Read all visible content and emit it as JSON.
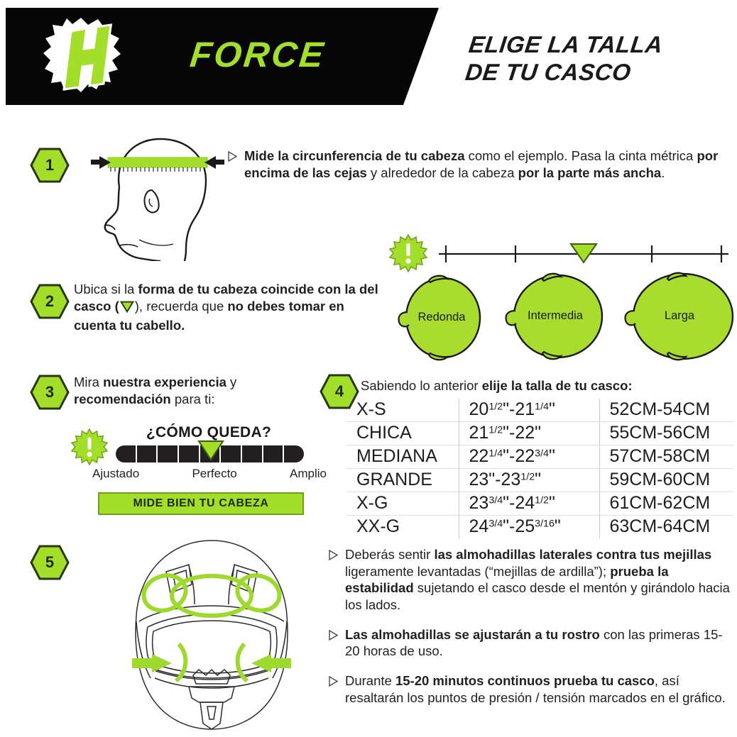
{
  "header": {
    "brand": "FORCE",
    "logo_icon": "force-h-logo-icon",
    "title_line1": "ELIGE LA TALLA",
    "title_line2": "DE TU CASCO",
    "banner_color": "#060606",
    "accent_color": "#a3de2b"
  },
  "steps": {
    "step1": {
      "number": "1",
      "bullet_icon": "triangle-right-bullet-icon",
      "illustration": "head-profile-with-tape-measure-icon",
      "text_segments": [
        {
          "text": "Mide la circunferencia de tu cabeza",
          "bold": true
        },
        {
          "text": " como el ejemplo. Pasa la cinta métrica ",
          "bold": false
        },
        {
          "text": "por encima de las cejas",
          "bold": true
        },
        {
          "text": " y alrededor de la cabeza ",
          "bold": false
        },
        {
          "text": "por la parte más ancha",
          "bold": true
        },
        {
          "text": ".",
          "bold": false
        }
      ]
    },
    "step2": {
      "number": "2",
      "text_segments": [
        {
          "text": "Ubica si la ",
          "bold": false
        },
        {
          "text": "forma de tu cabeza coincide con la del casco (",
          "bold": true
        },
        {
          "text": "TRIANGLE",
          "bold": false
        },
        {
          "text": "), recuerda que ",
          "bold": false
        },
        {
          "text": "no debes tomar en cuenta tu cabello.",
          "bold": true
        }
      ],
      "warning_icon": "starburst-exclamation-icon",
      "scale_ticks": 5,
      "marker_icon": "green-down-triangle-marker-icon",
      "marker_position_index": 2,
      "head_shapes": [
        {
          "label": "Redonda",
          "icon": "head-top-view-round-icon"
        },
        {
          "label": "Intermedia",
          "icon": "head-top-view-intermediate-icon"
        },
        {
          "label": "Larga",
          "icon": "head-top-view-long-icon"
        }
      ]
    },
    "step3": {
      "number": "3",
      "text_segments": [
        {
          "text": "Mira ",
          "bold": false
        },
        {
          "text": "nuestra experiencia",
          "bold": true
        },
        {
          "text": " y ",
          "bold": false
        },
        {
          "text": "recomendación",
          "bold": true
        },
        {
          "text": " para ti:",
          "bold": false
        }
      ],
      "warning_icon": "starburst-exclamation-icon",
      "gauge_title": "¿CÓMO QUEDA?",
      "gauge_segments": 9,
      "gauge_pointer_segment": 5,
      "gauge_labels": [
        "Ajustado",
        "Perfecto",
        "Amplio"
      ],
      "cta_label": "MIDE BIEN TU CABEZA",
      "cta_color": "#a3de2b"
    },
    "step4": {
      "number": "4",
      "text_segments": [
        {
          "text": "Sabiendo lo anterior ",
          "bold": false
        },
        {
          "text": "elije la talla de tu casco:",
          "bold": true
        }
      ]
    },
    "step5": {
      "number": "5",
      "illustration": "helmet-front-view-pressure-points-icon"
    }
  },
  "size_table": {
    "rows": [
      {
        "size": "X-S",
        "inches": "20<sup>1/2</sup>\"-21<sup>1/4</sup>\"",
        "cm": "52CM-54CM"
      },
      {
        "size": "CHICA",
        "inches": "21<sup>1/2</sup>\"-22\"",
        "cm": "55CM-56CM"
      },
      {
        "size": "MEDIANA",
        "inches": "22<sup>1/4</sup>\"-22<sup>3/4</sup>\"",
        "cm": "57CM-58CM"
      },
      {
        "size": "GRANDE",
        "inches": "23\"-23<sup>1/2</sup>\"",
        "cm": "59CM-60CM"
      },
      {
        "size": "X-G",
        "inches": "23<sup>3/4</sup>\"-24<sup>1/2</sup>\"",
        "cm": "61CM-62CM"
      },
      {
        "size": "XX-G",
        "inches": "24<sup>3/4</sup>\"-25<sup>3/16</sup>\"",
        "cm": "63CM-64CM"
      }
    ]
  },
  "bullets": [
    {
      "bullet_icon": "triangle-right-bullet-icon",
      "segments": [
        {
          "text": "Deberás sentir ",
          "bold": false
        },
        {
          "text": "las almohadillas laterales contra tus mejillas",
          "bold": true
        },
        {
          "text": " ligeramente levantadas (“mejillas de ardilla”); ",
          "bold": false
        },
        {
          "text": "prueba la estabilidad",
          "bold": true
        },
        {
          "text": " sujetando el casco desde el mentón y girándolo hacia los lados.",
          "bold": false
        }
      ]
    },
    {
      "bullet_icon": "triangle-right-bullet-icon",
      "segments": [
        {
          "text": "Las almohadillas se ajustarán a tu rostro",
          "bold": true
        },
        {
          "text": " con las primeras 15-20 horas de uso.",
          "bold": false
        }
      ]
    },
    {
      "bullet_icon": "triangle-right-bullet-icon",
      "segments": [
        {
          "text": "Durante ",
          "bold": false
        },
        {
          "text": "15-20 minutos continuos prueba tu casco",
          "bold": true
        },
        {
          "text": ", así resaltarán los puntos de presión / tensión marcados en el gráfico.",
          "bold": false
        }
      ]
    }
  ],
  "colors": {
    "green": "#a3de2b",
    "green_dark": "#6f9c1c",
    "head_green": "#a8dc2e",
    "black": "#231f20",
    "line": "#1a1a1a"
  }
}
